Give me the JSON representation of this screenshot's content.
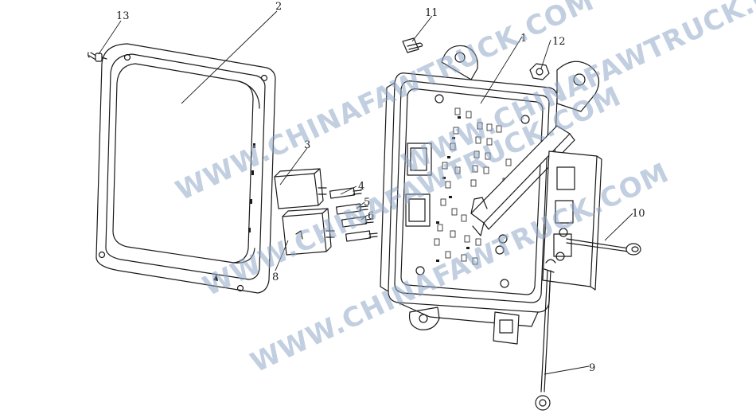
{
  "watermark": {
    "line1": "WWW.CHINAFAWTRUCK.COM",
    "line2": "WWW.CHINAFAWTRUCK.COM",
    "line3": "WWW.CHINAFAWTRUCK.COM",
    "line4": "WWW.CHINAFAWTRUCK.COM",
    "color": "#8fa8c6"
  },
  "callouts": {
    "c1": "1",
    "c2": "2",
    "c3": "3",
    "c4": "4",
    "c5": "5",
    "c6": "6",
    "c8": "8",
    "c9": "9",
    "c10": "10",
    "c11": "11",
    "c12": "12",
    "c13": "13"
  }
}
